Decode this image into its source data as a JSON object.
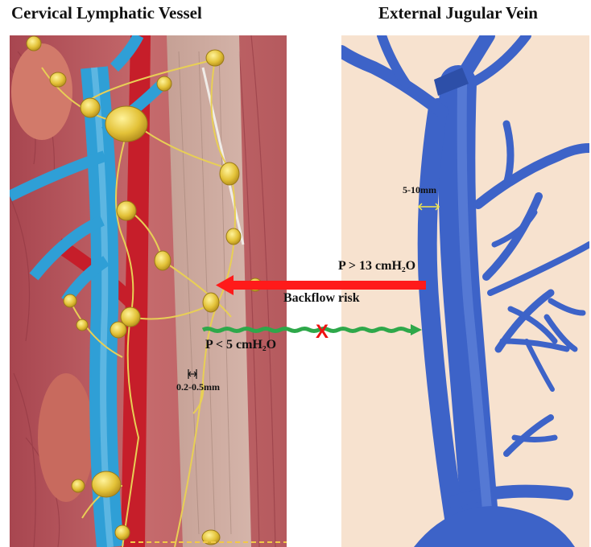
{
  "titles": {
    "left": "Cervical Lymphatic Vessel",
    "right": "External Jugular Vein"
  },
  "labels": {
    "high_pressure": "P > 13 cmH₂O",
    "backflow": "Backflow risk",
    "low_pressure": "P < 5 cmH₂O",
    "vein_diameter": "5-10mm",
    "lymph_diameter": "0.2-0.5mm",
    "blocked_mark": "X"
  },
  "colors": {
    "backflow_arrow": "#ff1a1a",
    "flow_arrow": "#2ea84a",
    "vein": "#3d63c8",
    "lymph_node": "#e6c63a",
    "muscle": "#b8545a",
    "vein_background": "#f7e2cf",
    "measure_marker": "#f5e84a"
  }
}
